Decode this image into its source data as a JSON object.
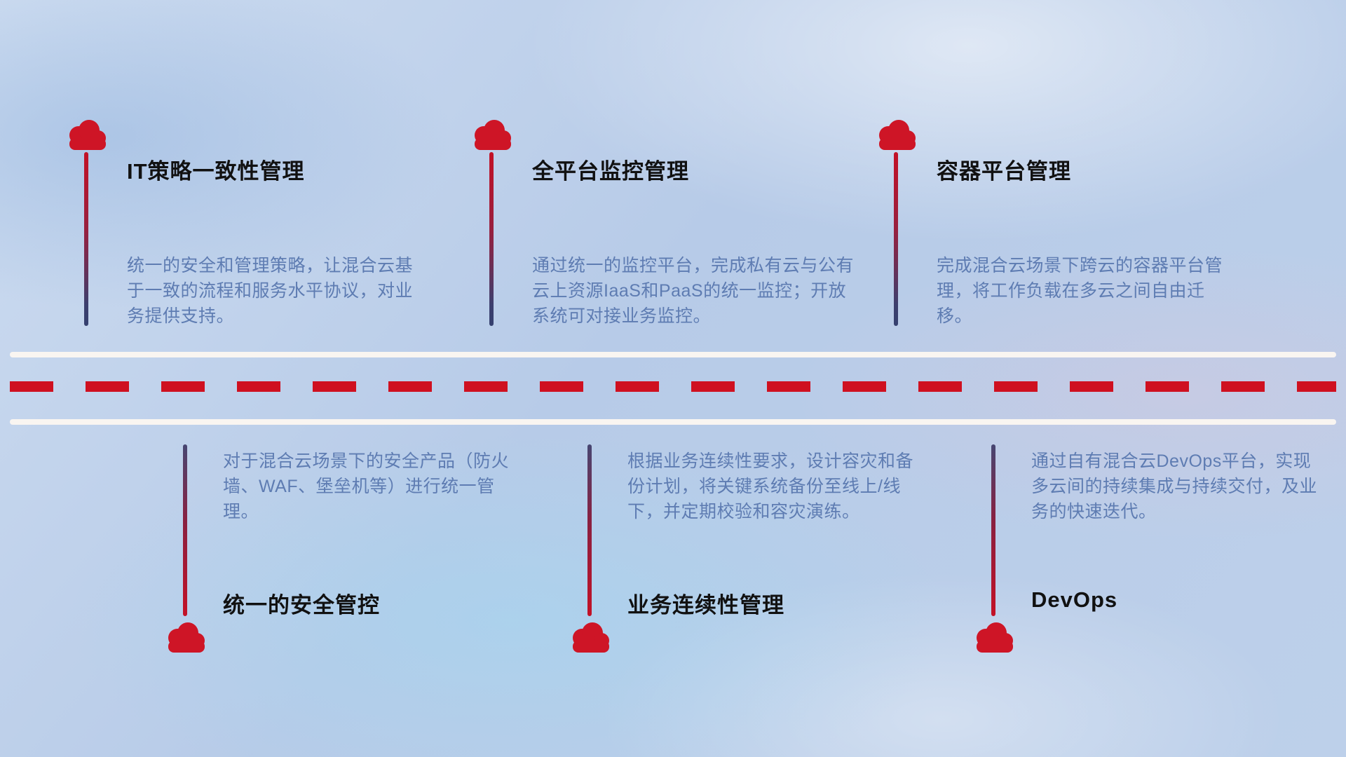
{
  "top_items": [
    {
      "title": "IT策略一致性管理",
      "description": "统一的安全和管理策略，让混合云基于一致的流程和服务水平协议，对业务提供支持。"
    },
    {
      "title": "全平台监控管理",
      "description": "通过统一的监控平台，完成私有云与公有云上资源IaaS和PaaS的统一监控；开放系统可对接业务监控。"
    },
    {
      "title": "容器平台管理",
      "description": "完成混合云场景下跨云的容器平台管理，将工作负载在多云之间自由迁移。"
    }
  ],
  "bottom_items": [
    {
      "title": "统一的安全管控",
      "description": "对于混合云场景下的安全产品（防火墙、WAF、堡垒机等）进行统一管理。"
    },
    {
      "title": "业务连续性管理",
      "description": "根据业务连续性要求，设计容灾和备份计划，将关键系统备份至线上/线下，并定期校验和容灾演练。"
    },
    {
      "title": "DevOps",
      "description": "通过自有混合云DevOps平台，实现多云间的持续集成与持续交付，及业务的快速迭代。"
    }
  ],
  "colors": {
    "cloud_red": "#ce1526",
    "dash_red": "#cf1020",
    "stem_red": "#c31126",
    "stem_navy": "#35406f",
    "title_color": "#111111",
    "description_color": "#5e7cb2",
    "road_line": "#fcf7f1",
    "background_blue": "#b7cbe8"
  }
}
